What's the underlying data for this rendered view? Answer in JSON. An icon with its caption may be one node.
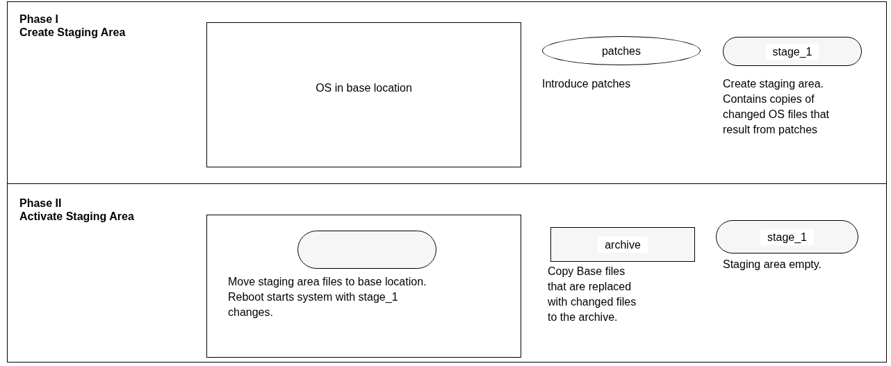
{
  "diagram": {
    "nodes": [
      {
        "text": [
          "OS in base location"
        ]
      },
      {
        "text": [
          "patches"
        ],
        "beside": [
          "Introduce patches"
        ]
      },
      {
        "text": [
          "stage_1"
        ],
        "beside": [
          "Create staging area. Contains copies of changed OS files that result from patches"
        ]
      },
      {
        "text": [
          "Move staging area files to base location. Reboot starts system with stage_1 changes."
        ]
      },
      {
        "text": [],
        "shape": "pill",
        "in": 3
      },
      {
        "text": [
          "archive"
        ],
        "beside": [
          "Copy Base files that are replaced with changed files to the archive."
        ]
      },
      {
        "text": [
          "stage_1"
        ],
        "beside": [
          "Staging area empty."
        ]
      }
    ],
    "labels": [
      "Phase I",
      "Create Staging Area",
      "Phase II",
      "Activate Staging Area"
    ]
  }
}
